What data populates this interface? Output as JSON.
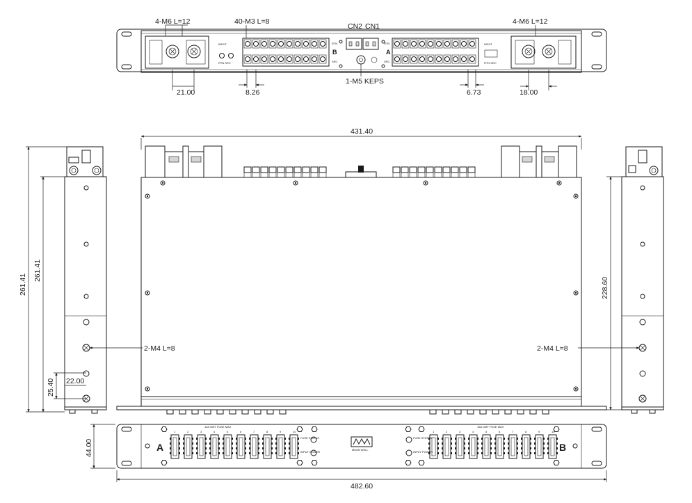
{
  "top_view": {
    "callout_m6_left": "4-M6 L=12",
    "callout_m3": "40-M3 L=8",
    "callout_cn2": "CN2",
    "callout_cn1": "CN1",
    "callout_m6_right": "4-M6 L=12",
    "callout_m5": "1-M5 KEPS",
    "dim_21": "21.00",
    "dim_826": "8.26",
    "dim_673": "6.73",
    "dim_18": "18.00",
    "bank_b": "B",
    "bank_a": "A",
    "rtn_label": "RTN",
    "src_label": "SRC",
    "input_label": "INPUT",
    "rtn_src": "RTN  SRC"
  },
  "front_view": {
    "dim_width": "431.40"
  },
  "left_view": {
    "dim_26141_outer": "261.41",
    "dim_26141_inner": "261.41",
    "dim_2540": "25.40",
    "dim_2200": "22.00",
    "callout_m4": "2-M4 L=8"
  },
  "right_view": {
    "dim_22860": "228.60",
    "callout_m4": "2-M4 L=8"
  },
  "bottom_view": {
    "dim_44": "44.00",
    "dim_48260": "482.60",
    "bank_a": "A",
    "bank_b": "B",
    "fuse_title_left": "15A GMT FUSE MAX",
    "fuse_title_right": "15A GMT FUSE MAX",
    "fuse_status": "FUSE STATUS",
    "input_power": "INPUT POWER",
    "brand": "MEAN WELL"
  }
}
